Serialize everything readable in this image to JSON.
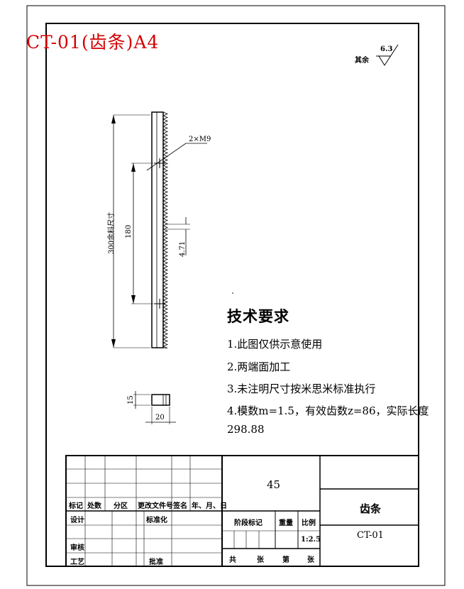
{
  "header": {
    "code": "CT-01(齿条)A4"
  },
  "surface": {
    "other_label": "其余",
    "roughness": "6.3"
  },
  "dimensions": {
    "hole_callout": "2×M9",
    "length": "300余料尺寸",
    "hole_spacing": "180",
    "pitch": "4.71",
    "height": "15",
    "width": "20"
  },
  "tech_requirements": {
    "title": "技术要求",
    "items": [
      "1.此图仅供示意使用",
      "2.两端面加工",
      "3.未注明尺寸按米思米标准执行",
      "4.模数m=1.5，有效齿数z=86，实际长度",
      "298.88"
    ]
  },
  "title_block": {
    "material": "45",
    "part_name": "齿条",
    "part_code": "CT-01",
    "scale": "1:2.5",
    "rev_headers": [
      "标记",
      "处数",
      "分区",
      "更改文件号",
      "签名",
      "年、月、日"
    ],
    "design": "设计",
    "standardize": "标准化",
    "review": "审核",
    "process": "工艺",
    "approve": "批准",
    "stage_mark": "阶段标记",
    "weight": "重量",
    "ratio": "比例",
    "total": "共",
    "sheets": "张",
    "page_no": "第",
    "sheet": "张"
  }
}
